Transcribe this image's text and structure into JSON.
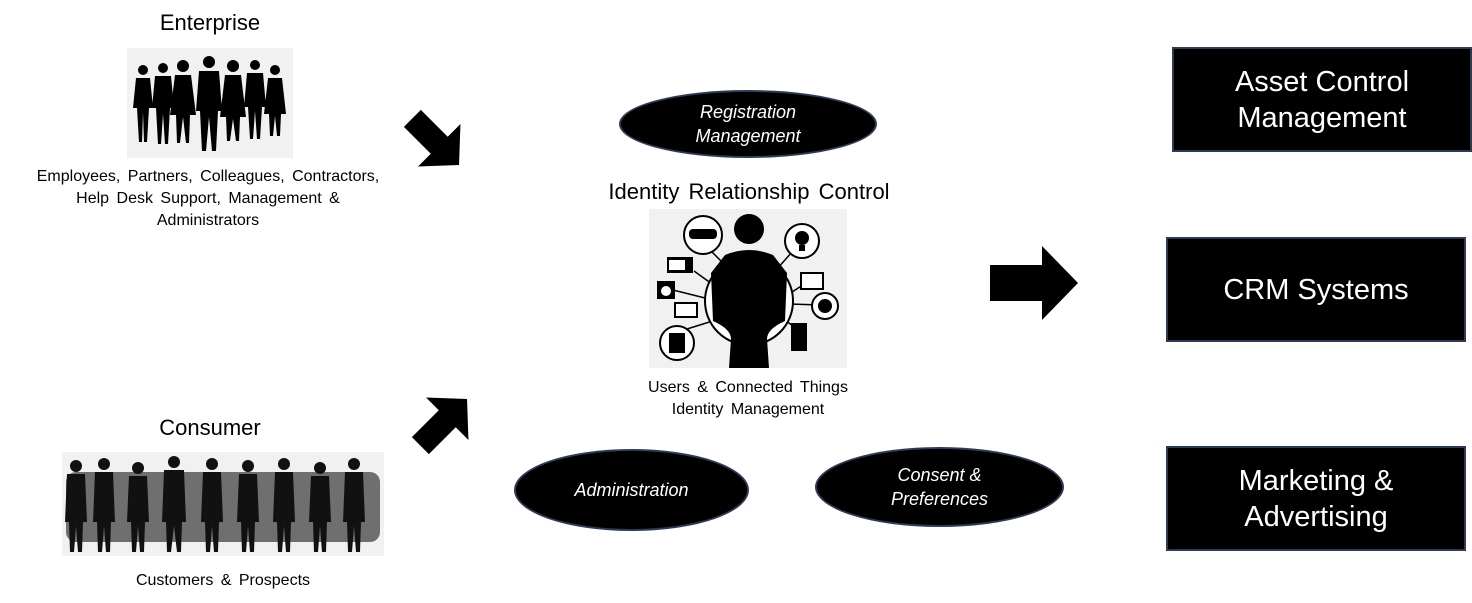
{
  "enterprise": {
    "title": "Enterprise",
    "caption": "Employees, Partners, Colleagues, Contractors,\nHelp Desk Support, Management &\nAdministrators"
  },
  "consumer": {
    "title": "Consumer",
    "caption": "Customers & Prospects"
  },
  "center": {
    "registration": "Registration\nManagement",
    "title": "Identity Relationship Control",
    "caption": "Users & Connected Things\nIdentity Management",
    "administration": "Administration",
    "consent": "Consent &\nPreferences"
  },
  "outputs": {
    "asset": "Asset Control\nManagement",
    "crm": "CRM Systems",
    "marketing": "Marketing &\nAdvertising"
  },
  "colors": {
    "fill": "#000000",
    "border": "#2f3a55",
    "text_on_dark": "#ffffff",
    "photo_bg": "#f1f1f1"
  }
}
